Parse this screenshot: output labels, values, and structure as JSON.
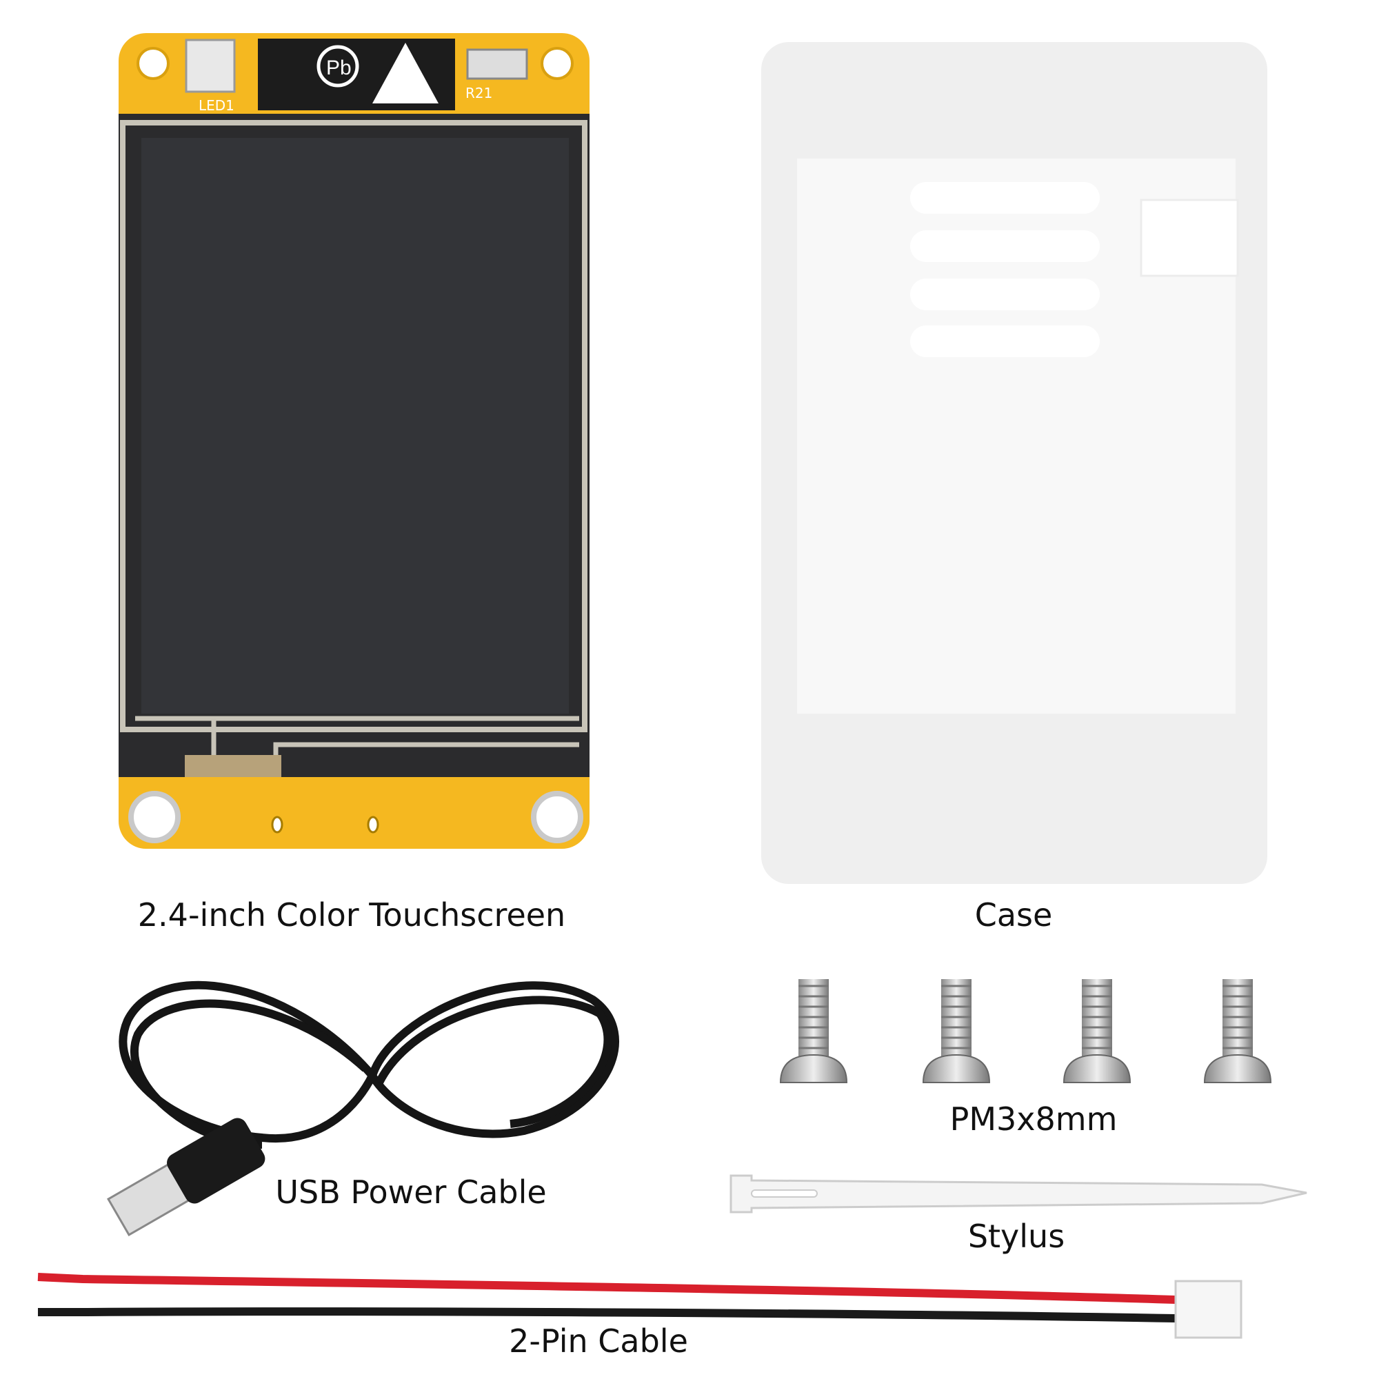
{
  "items": {
    "touchscreen": {
      "label": "2.4-inch Color Touchscreen",
      "silkscreen": [
        "LED1",
        "R21",
        "Pb"
      ]
    },
    "case": {
      "label": "Case"
    },
    "usb_cable": {
      "label": "USB Power Cable"
    },
    "screws": {
      "label": "PM3x8mm",
      "count": 4
    },
    "stylus": {
      "label": "Stylus"
    },
    "pin_cable": {
      "label": "2-Pin Cable"
    }
  },
  "colors": {
    "pcb": "#f5b820",
    "screen": "#323336",
    "case": "#f1f1f1",
    "red_wire": "#d8202c",
    "black_wire": "#1a1a1a"
  }
}
